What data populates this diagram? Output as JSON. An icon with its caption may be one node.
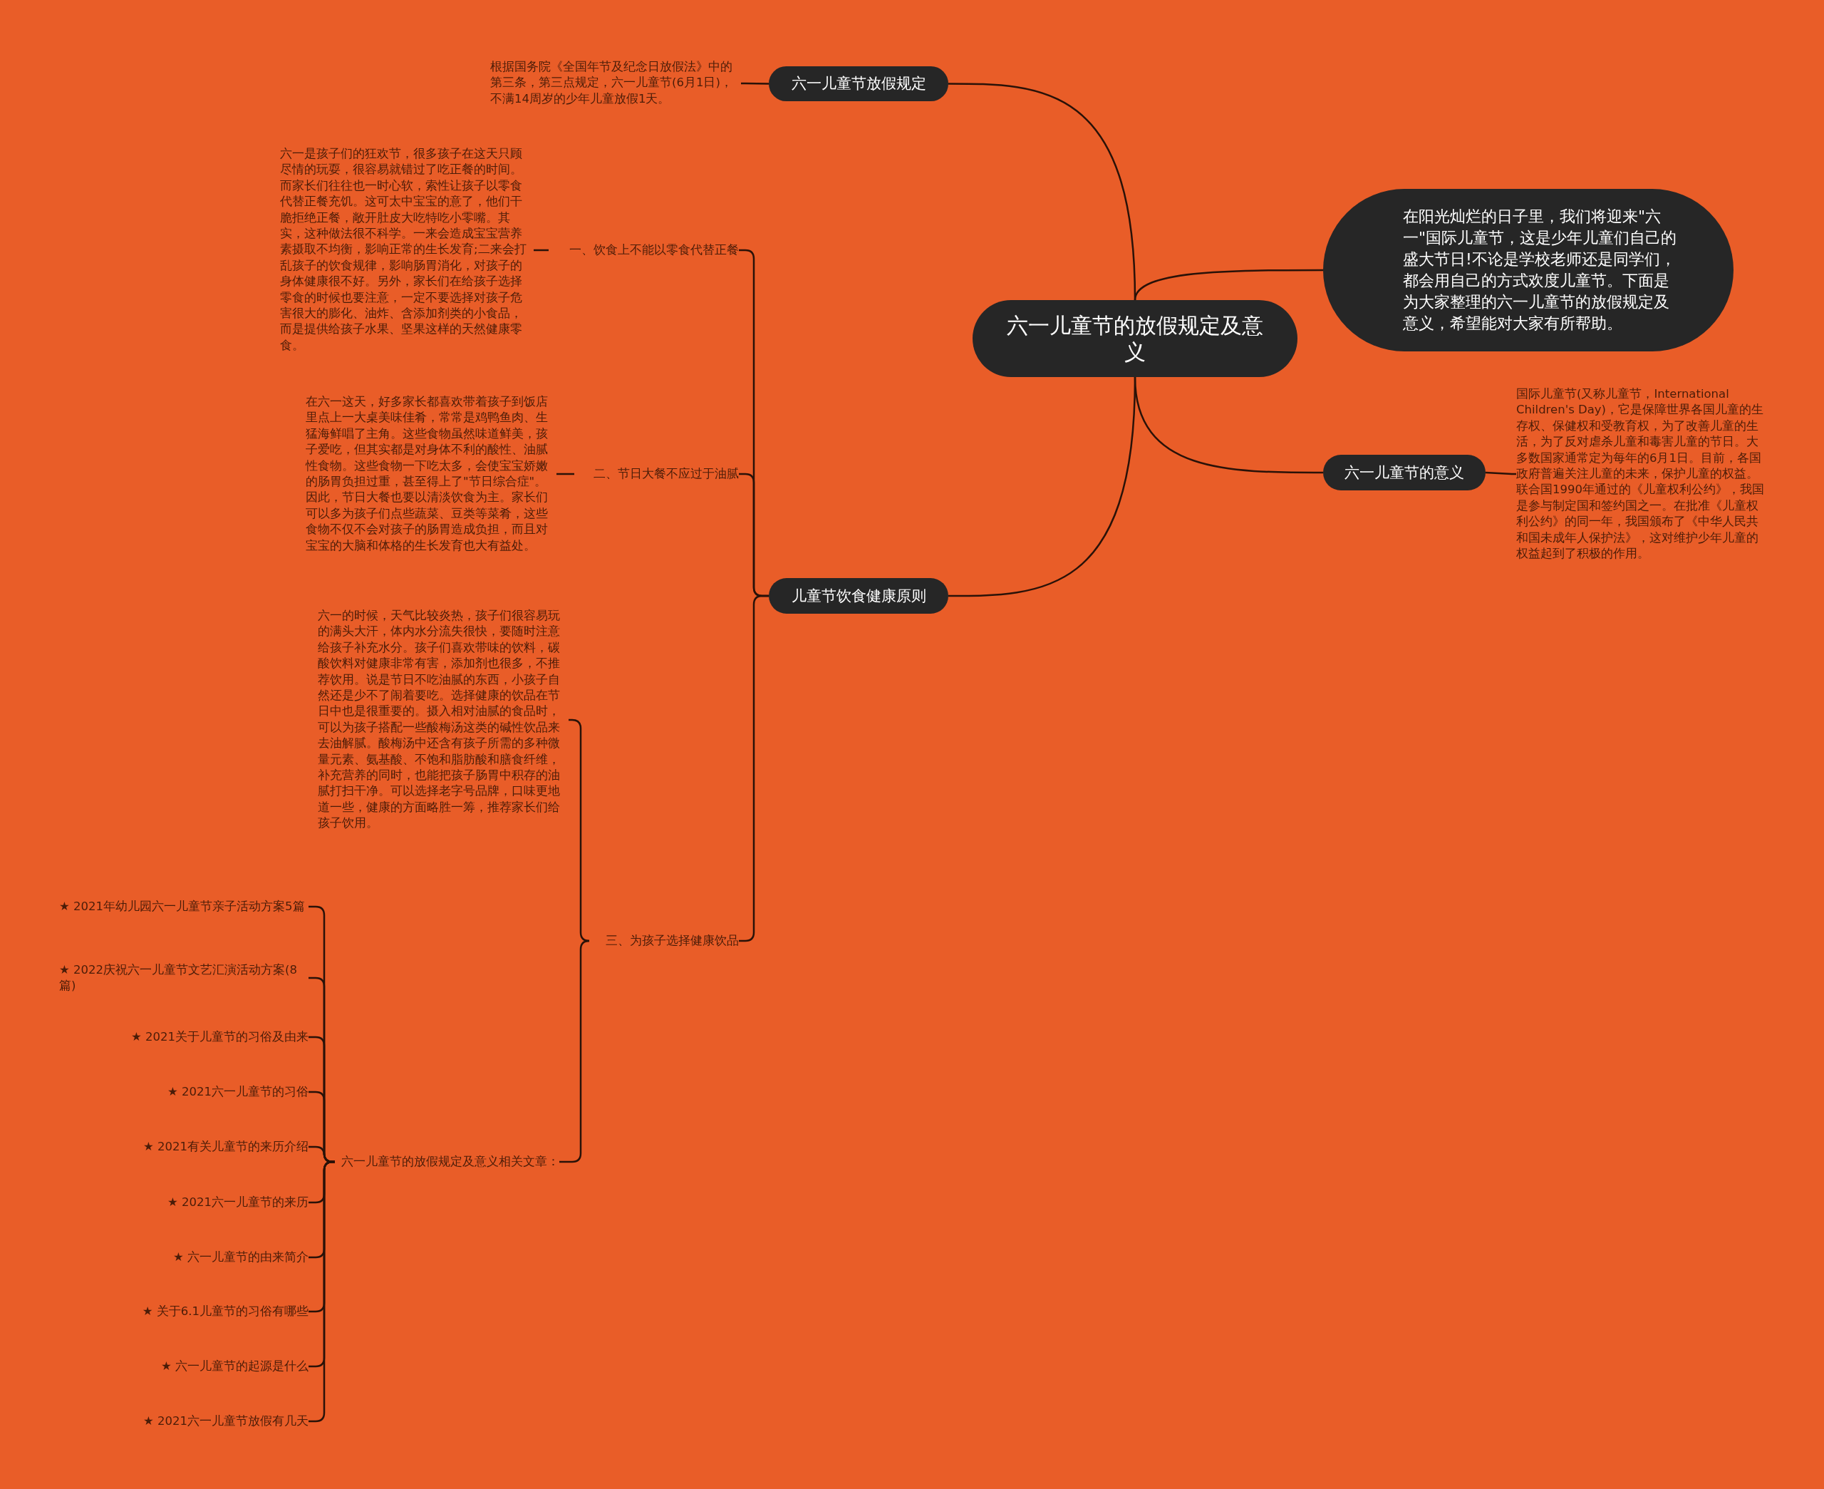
{
  "diagram": {
    "nodes": [
      {
        "text": [
          "六一儿童节的放假规定及意义"
        ]
      },
      {
        "text": [
          "六一儿童节放假规定"
        ]
      },
      {
        "text": [
          "根据国务院《全国年节及纪念日放假法》中的第三条，第三点规定，六一儿童节(6月1日)，不满14周岁的少年儿童放假1天。"
        ]
      },
      {
        "text": [
          "在阳光灿烂的日子里，我们将迎来\"六一\"国际儿童节，这是少年儿童们自己的盛大节日!不论是学校老师还是同学们，都会用自己的方式欢度儿童节。下面是为大家整理的六一儿童节的放假规定及意义，希望能对大家有所帮助。"
        ]
      },
      {
        "text": [
          "六一儿童节的意义"
        ]
      },
      {
        "text": [
          "国际儿童节(又称儿童节，International Children's Day)，它是保障世界各国儿童的生存权、保健权和受教育权，为了改善儿童的生活，为了反对虐杀儿童和毒害儿童的节日。大多数国家通常定为每年的6月1日。目前，各国政府普遍关注儿童的未来，保护儿童的权益。联合国1990年通过的《儿童权利公约》，我国是参与制定国和签约国之一。在批准《儿童权利公约》的同一年，我国颁布了《中华人民共和国未成年人保护法》，这对维护少年儿童的权益起到了积极的作用。"
        ]
      },
      {
        "text": [
          "儿童节饮食健康原则"
        ]
      },
      {
        "text": [
          "一、饮食上不能以零食代替正餐"
        ]
      },
      {
        "text": [
          "六一是孩子们的狂欢节，很多孩子在这天只顾尽情的玩耍，很容易就错过了吃正餐的时间。而家长们往往也一时心软，索性让孩子以零食代替正餐充饥。这可太中宝宝的意了，他们干脆拒绝正餐，敞开肚皮大吃特吃小零嘴。其实，这种做法很不科学。一来会造成宝宝营养素摄取不均衡，影响正常的生长发育;二来会打乱孩子的饮食规律，影响肠胃消化，对孩子的身体健康很不好。另外，家长们在给孩子选择零食的时候也要注意，一定不要选择对孩子危害很大的膨化、油炸、含添加剂类的小食品，而是提供给孩子水果、坚果这样的天然健康零食。"
        ]
      },
      {
        "text": [
          "二、节日大餐不应过于油腻"
        ]
      },
      {
        "text": [
          "在六一这天，好多家长都喜欢带着孩子到饭店里点上一大桌美味佳肴，常常是鸡鸭鱼肉、生猛海鲜唱了主角。这些食物虽然味道鲜美，孩子爱吃，但其实都是对身体不利的酸性、油腻性食物。这些食物一下吃太多，会使宝宝娇嫩的肠胃负担过重，甚至得上了\"节日综合症\"。因此，节日大餐也要以清淡饮食为主。家长们可以多为孩子们点些蔬菜、豆类等菜肴，这些食物不仅不会对孩子的肠胃造成负担，而且对宝宝的大脑和体格的生长发育也大有益处。"
        ]
      },
      {
        "text": [
          "三、为孩子选择健康饮品"
        ]
      },
      {
        "text": [
          "六一的时候，天气比较炎热，孩子们很容易玩的满头大汗，体内水分流失很快，要随时注意给孩子补充水分。孩子们喜欢带味的饮料，碳酸饮料对健康非常有害，添加剂也很多，不推荐饮用。说是节日不吃油腻的东西，小孩子自然还是少不了闹着要吃。选择健康的饮品在节日中也是很重要的。摄入相对油腻的食品时，可以为孩子搭配一些酸梅汤这类的碱性饮品来去油解腻。酸梅汤中还含有孩子所需的多种微量元素、氨基酸、不饱和脂肪酸和膳食纤维，补充营养的同时，也能把孩子肠胃中积存的油腻打扫干净。可以选择老字号品牌，口味更地道一些，健康的方面略胜一筹，推荐家长们给孩子饮用。"
        ]
      },
      {
        "text": [
          "六一儿童节的放假规定及意义相关文章："
        ]
      },
      {
        "text": [
          "★ 2021年幼儿园六一儿童节亲子活动方案5篇"
        ]
      },
      {
        "text": [
          "★ 2022庆祝六一儿童节文艺汇演活动方案(8篇)"
        ]
      },
      {
        "text": [
          "★ 2021关于儿童节的习俗及由来"
        ]
      },
      {
        "text": [
          "★ 2021六一儿童节的习俗"
        ]
      },
      {
        "text": [
          "★ 2021有关儿童节的来历介绍"
        ]
      },
      {
        "text": [
          "★ 2021六一儿童节的来历"
        ]
      },
      {
        "text": [
          "★ 六一儿童节的由来简介"
        ]
      },
      {
        "text": [
          "★ 关于6.1儿童节的习俗有哪些"
        ]
      },
      {
        "text": [
          "★ 六一儿童节的起源是什么"
        ]
      },
      {
        "text": [
          "★ 2021六一儿童节放假有几天"
        ]
      }
    ],
    "edges": [
      {
        "from": 0,
        "to": 1,
        "arrow": "none"
      },
      {
        "from": 1,
        "to": 2,
        "arrow": "none"
      },
      {
        "from": 0,
        "to": 3,
        "arrow": "none"
      },
      {
        "from": 0,
        "to": 4,
        "arrow": "none"
      },
      {
        "from": 4,
        "to": 5,
        "arrow": "none"
      },
      {
        "from": 0,
        "to": 6,
        "arrow": "none"
      },
      {
        "from": 6,
        "to": 7,
        "arrow": "none"
      },
      {
        "from": 7,
        "to": 8,
        "arrow": "none"
      },
      {
        "from": 6,
        "to": 9,
        "arrow": "none"
      },
      {
        "from": 9,
        "to": 10,
        "arrow": "none"
      },
      {
        "from": 6,
        "to": 11,
        "arrow": "none"
      },
      {
        "from": 11,
        "to": 12,
        "arrow": "none"
      },
      {
        "from": 11,
        "to": 13,
        "arrow": "none"
      },
      {
        "from": 13,
        "to": 14,
        "arrow": "none"
      },
      {
        "from": 13,
        "to": 15,
        "arrow": "none"
      },
      {
        "from": 13,
        "to": 16,
        "arrow": "none"
      },
      {
        "from": 13,
        "to": 17,
        "arrow": "none"
      },
      {
        "from": 13,
        "to": 18,
        "arrow": "none"
      },
      {
        "from": 13,
        "to": 19,
        "arrow": "none"
      },
      {
        "from": 13,
        "to": 20,
        "arrow": "none"
      },
      {
        "from": 13,
        "to": 21,
        "arrow": "none"
      },
      {
        "from": 13,
        "to": 22,
        "arrow": "none"
      },
      {
        "from": 13,
        "to": 23,
        "arrow": "none"
      }
    ]
  }
}
